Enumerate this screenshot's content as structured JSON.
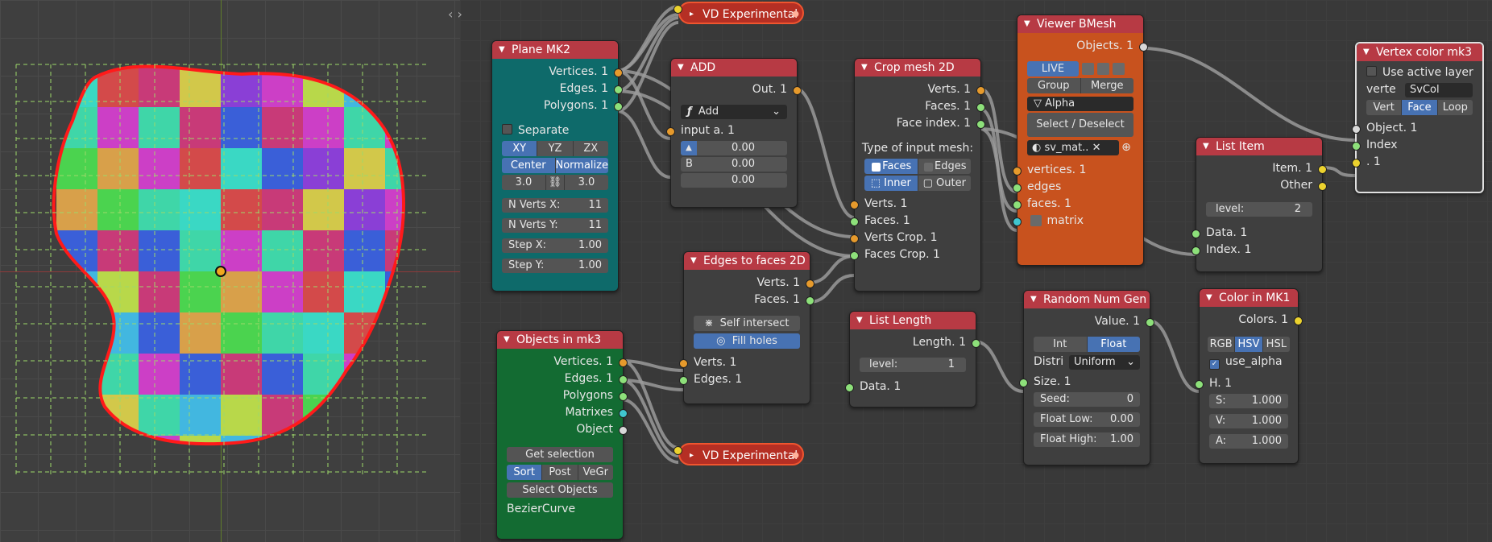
{
  "colors": {
    "accent_blue": "#4772b3",
    "node_teal": "#0e6a6a",
    "node_green": "#136b32",
    "node_orange": "#c8521e",
    "header_red": "#b73a44",
    "vd_red": "#b52f24"
  },
  "nav_arrows": "‹ ›",
  "vd_top": {
    "title": "VD Experimental"
  },
  "vd_bottom": {
    "title": "VD Experimental"
  },
  "plane": {
    "title": "Plane MK2",
    "outputs": [
      "Vertices. 1",
      "Edges. 1",
      "Polygons. 1"
    ],
    "separate": "Separate",
    "planes": [
      "XY",
      "YZ",
      "ZX"
    ],
    "mode": [
      "Center",
      "Normalize"
    ],
    "size_x": "3.0",
    "size_y": "3.0",
    "fields": [
      {
        "label": "N Verts X:",
        "value": "11"
      },
      {
        "label": "N Verts Y:",
        "value": "11"
      },
      {
        "label": "Step X:",
        "value": "1.00"
      },
      {
        "label": "Step Y:",
        "value": "1.00"
      }
    ]
  },
  "add": {
    "title": "ADD",
    "output": "Out. 1",
    "op": "Add",
    "input_a": "input a. 1",
    "b_label": "B",
    "values": [
      "0.00",
      "0.00",
      "0.00"
    ]
  },
  "edges_to_faces": {
    "title": "Edges to faces 2D",
    "outputs": [
      "Verts. 1",
      "Faces. 1"
    ],
    "self_intersect": "Self intersect",
    "fill_holes": "Fill holes",
    "inputs": [
      "Verts. 1",
      "Edges. 1"
    ]
  },
  "objects": {
    "title": "Objects in mk3",
    "outputs": [
      "Vertices. 1",
      "Edges. 1",
      "Polygons",
      "Matrixes",
      "Object"
    ],
    "get_selection": "Get selection",
    "sort_buttons": [
      "Sort",
      "Post",
      "VeGr"
    ],
    "select_objects": "Select Objects",
    "object_name": "BezierCurve"
  },
  "crop": {
    "title": "Crop mesh 2D",
    "outputs": [
      "Verts. 1",
      "Faces. 1",
      "Face index. 1"
    ],
    "type_label": "Type of input mesh:",
    "mesh_types": [
      "Faces",
      "Edges"
    ],
    "modes": [
      "Inner",
      "Outer"
    ],
    "inputs": [
      "Verts. 1",
      "Faces. 1",
      "Verts Crop. 1",
      "Faces Crop. 1"
    ]
  },
  "list_length": {
    "title": "List Length",
    "output": "Length. 1",
    "level_label": "level:",
    "level": "1",
    "input": "Data. 1"
  },
  "viewer": {
    "title": "Viewer BMesh",
    "output": "Objects. 1",
    "live": "LIVE",
    "group": "Group",
    "merge": "Merge",
    "alpha": "Alpha",
    "select_deselect": "Select / Deselect",
    "material": "sv_mat..",
    "inputs": [
      "vertices. 1",
      "edges",
      "faces. 1",
      "matrix"
    ]
  },
  "random": {
    "title": "Random Num Gen",
    "output": "Value. 1",
    "types": [
      "Int",
      "Float"
    ],
    "distri_label": "Distri",
    "distri": "Uniform",
    "fields": [
      {
        "label": "Size. 1",
        "value": ""
      },
      {
        "label": "Seed:",
        "value": "0"
      },
      {
        "label": "Float Low:",
        "value": "0.00"
      },
      {
        "label": "Float High:",
        "value": "1.00"
      }
    ]
  },
  "list_item": {
    "title": "List Item",
    "outputs": [
      "Item. 1",
      "Other"
    ],
    "level_label": "level:",
    "level": "2",
    "inputs": [
      "Data. 1",
      "Index. 1"
    ]
  },
  "color_in": {
    "title": "Color in MK1",
    "output": "Colors. 1",
    "modes": [
      "RGB",
      "HSV",
      "HSL"
    ],
    "use_alpha": "use_alpha",
    "input_h": "H. 1",
    "fields": [
      {
        "label": "S:",
        "value": "1.000"
      },
      {
        "label": "V:",
        "value": "1.000"
      },
      {
        "label": "A:",
        "value": "1.000"
      }
    ]
  },
  "vertex_color": {
    "title": "Vertex color mk3",
    "use_active": "Use active layer",
    "verte_label": "verte",
    "verte_value": "SvCol",
    "modes": [
      "Vert",
      "Face",
      "Loop"
    ],
    "inputs": [
      "Object. 1",
      "Index",
      ". 1"
    ]
  }
}
